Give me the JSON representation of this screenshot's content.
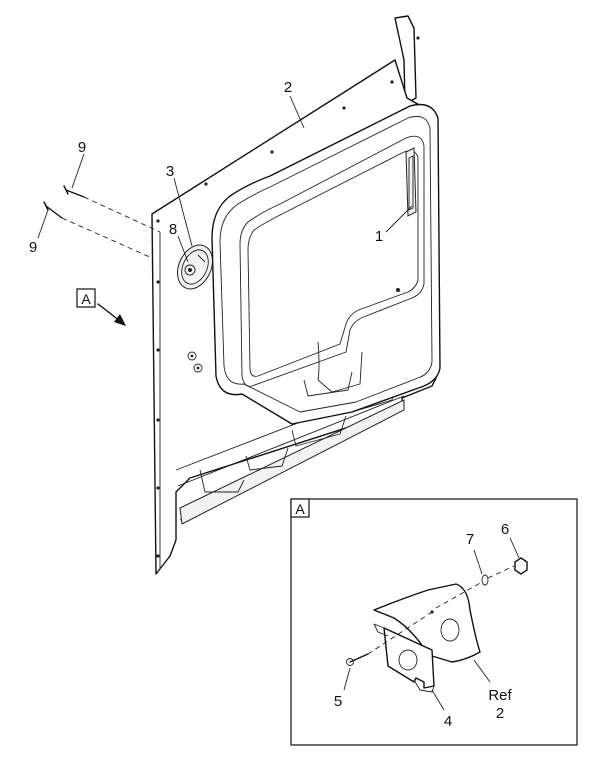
{
  "callouts": {
    "c1": "1",
    "c2": "2",
    "c3": "3",
    "c8": "8",
    "c9a": "9",
    "c9b": "9",
    "view_a_marker": "A"
  },
  "detail": {
    "title": "A",
    "c4": "4",
    "c5": "5",
    "c6": "6",
    "c7": "7",
    "ref_word": "Ref",
    "ref_num": "2"
  }
}
